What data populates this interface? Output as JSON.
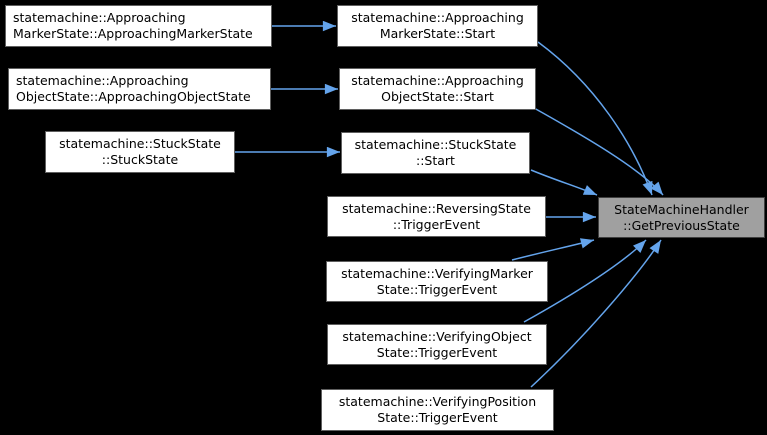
{
  "diagram": {
    "kind": "call-graph",
    "colors": {
      "background": "#000000",
      "edge": "#64a4ec",
      "node_fill": "#ffffff",
      "node_border": "#5f5f5f",
      "focus_fill": "#a0a0a0",
      "focus_border": "#3f3f3f",
      "text": "#000000"
    },
    "nodes": [
      {
        "id": "approaching-marker-ctor",
        "label": "statemachine::Approaching\nMarkerState::ApproachingMarkerState"
      },
      {
        "id": "approaching-object-ctor",
        "label": "statemachine::Approaching\nObjectState::ApproachingObjectState"
      },
      {
        "id": "stuck-ctor",
        "label": "statemachine::StuckState\n::StuckState"
      },
      {
        "id": "approaching-marker-start",
        "label": "statemachine::Approaching\nMarkerState::Start"
      },
      {
        "id": "approaching-object-start",
        "label": "statemachine::Approaching\nObjectState::Start"
      },
      {
        "id": "stuck-start",
        "label": "statemachine::StuckState\n::Start"
      },
      {
        "id": "reversing-triggerevent",
        "label": "statemachine::ReversingState\n::TriggerEvent"
      },
      {
        "id": "verifying-marker-triggerevent",
        "label": "statemachine::VerifyingMarker\nState::TriggerEvent"
      },
      {
        "id": "verifying-object-triggerevent",
        "label": "statemachine::VerifyingObject\nState::TriggerEvent"
      },
      {
        "id": "verifying-position-triggerevent",
        "label": "statemachine::VerifyingPosition\nState::TriggerEvent"
      },
      {
        "id": "get-previous-state",
        "label": "StateMachineHandler\n::GetPreviousState"
      }
    ],
    "edges": [
      {
        "from": "approaching-marker-ctor",
        "to": "approaching-marker-start"
      },
      {
        "from": "approaching-object-ctor",
        "to": "approaching-object-start"
      },
      {
        "from": "stuck-ctor",
        "to": "stuck-start"
      },
      {
        "from": "approaching-marker-start",
        "to": "get-previous-state"
      },
      {
        "from": "approaching-object-start",
        "to": "get-previous-state"
      },
      {
        "from": "stuck-start",
        "to": "get-previous-state"
      },
      {
        "from": "reversing-triggerevent",
        "to": "get-previous-state"
      },
      {
        "from": "verifying-marker-triggerevent",
        "to": "get-previous-state"
      },
      {
        "from": "verifying-object-triggerevent",
        "to": "get-previous-state"
      },
      {
        "from": "verifying-position-triggerevent",
        "to": "get-previous-state"
      }
    ]
  }
}
